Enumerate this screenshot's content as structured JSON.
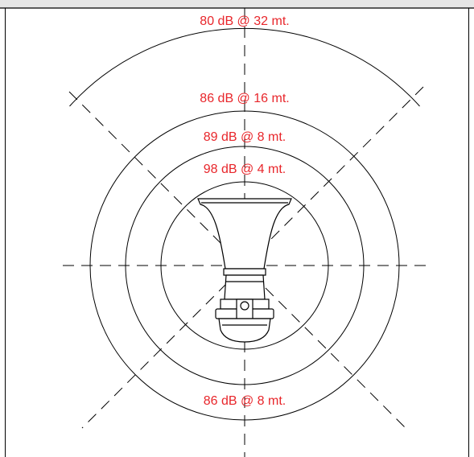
{
  "colors": {
    "line": "#000000",
    "label": "#e8262b",
    "band": "#e6e6e6"
  },
  "diagram": {
    "subject_icon": "horn-speaker-icon",
    "labels": [
      {
        "id": "ring-32",
        "text": "80 dB @ 32 mt."
      },
      {
        "id": "ring-16",
        "text": "86 dB @ 16 mt."
      },
      {
        "id": "ring-8",
        "text": "89 dB @ 8 mt."
      },
      {
        "id": "ring-4",
        "text": "98 dB @ 4 mt."
      },
      {
        "id": "rear-8",
        "text": "86 dB @ 8 mt."
      }
    ]
  }
}
